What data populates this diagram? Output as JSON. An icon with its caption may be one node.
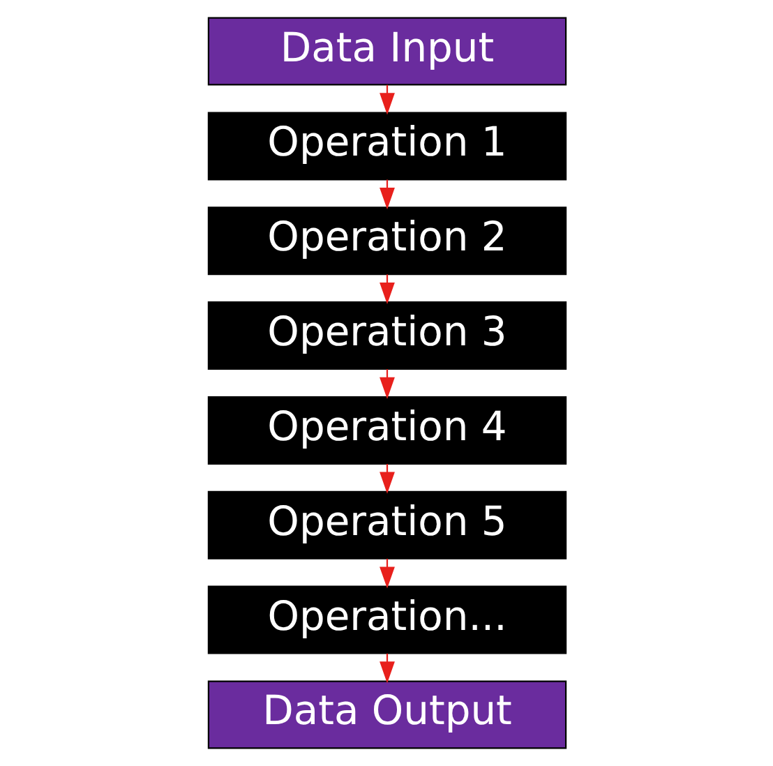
{
  "diagram": {
    "nodes": [
      {
        "text": [
          "Data Input"
        ]
      },
      {
        "text": [
          "Operation 1"
        ]
      },
      {
        "text": [
          "Operation 2"
        ]
      },
      {
        "text": [
          "Operation 3"
        ]
      },
      {
        "text": [
          "Operation 4"
        ]
      },
      {
        "text": [
          "Operation 5"
        ]
      },
      {
        "text": [
          "Operation..."
        ]
      },
      {
        "text": [
          "Data Output"
        ]
      }
    ],
    "edges": [
      {
        "from": 0,
        "to": 1,
        "arrow": "to",
        "color": "#e8201c"
      },
      {
        "from": 1,
        "to": 2,
        "arrow": "to",
        "color": "#e8201c"
      },
      {
        "from": 2,
        "to": 3,
        "arrow": "to",
        "color": "#e8201c"
      },
      {
        "from": 3,
        "to": 4,
        "arrow": "to",
        "color": "#e8201c"
      },
      {
        "from": 4,
        "to": 5,
        "arrow": "to",
        "color": "#e8201c"
      },
      {
        "from": 5,
        "to": 6,
        "arrow": "to",
        "color": "#e8201c"
      },
      {
        "from": 6,
        "to": 7,
        "arrow": "to",
        "color": "#e8201c"
      }
    ]
  }
}
